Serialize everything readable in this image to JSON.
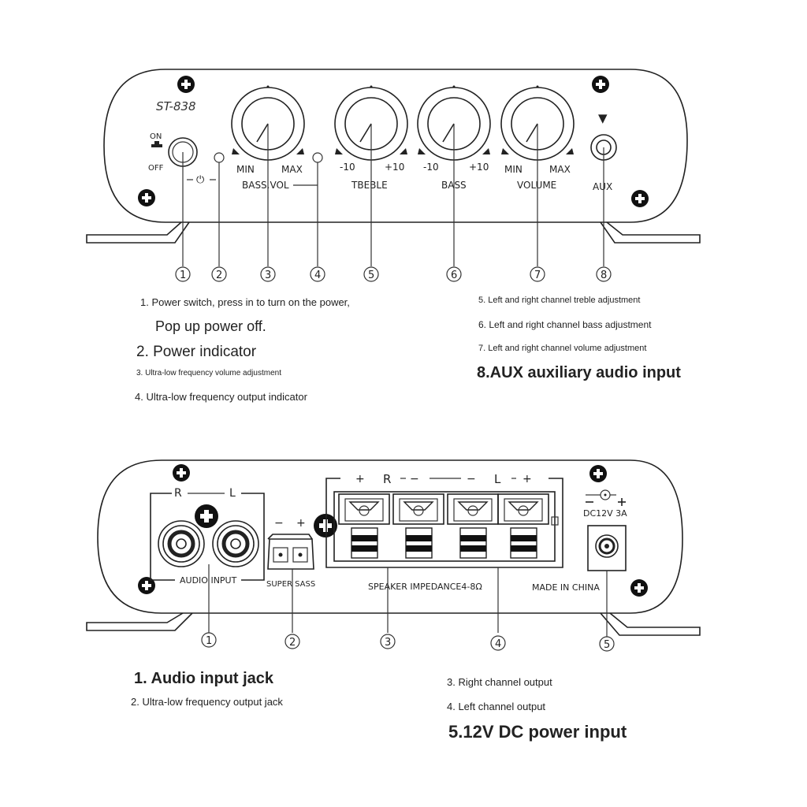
{
  "front_panel": {
    "model": "ST-838",
    "switch_on": "ON",
    "switch_off": "OFF",
    "power_symbol": "⏻",
    "knobs": [
      {
        "min": "MIN",
        "max": "MAX",
        "name": "BASS.VOL"
      },
      {
        "min": "-10",
        "max": "+10",
        "name": "TBEBLE"
      },
      {
        "min": "-10",
        "max": "+10",
        "name": "BASS"
      },
      {
        "min": "MIN",
        "max": "MAX",
        "name": "VOLUME"
      }
    ],
    "aux_arrow": "▼",
    "aux": "AUX",
    "callouts": [
      "1",
      "2",
      "3",
      "4",
      "5",
      "6",
      "7",
      "8"
    ]
  },
  "front_notes": {
    "n1a": "1. Power switch, press in to turn on the power,",
    "n1b": "Pop up power off.",
    "n2": "2. Power indicator",
    "n3": "3. Ultra-low frequency volume adjustment",
    "n4": "4. Ultra-low frequency output indicator",
    "n5": "5. Left and right channel treble adjustment",
    "n6": "6. Left and right channel bass adjustment",
    "n7": "7. Left and right channel volume adjustment",
    "n8": "8.AUX auxiliary audio input"
  },
  "rear_panel": {
    "in_r": "R",
    "in_l": "L",
    "audio_input": "AUDIO INPUT",
    "sub_minus": "−",
    "sub_plus": "+",
    "super_sass": "SUPER SASS",
    "r_plus": "+",
    "r_label": "R",
    "r_minus": "−",
    "l_minus": "−",
    "l_label": "L",
    "l_plus": "+",
    "impedance": "SPEAKER IMPEDANCE4-8Ω",
    "made_in": "MADE IN CHINA",
    "dc_label": "DC12V 3A",
    "callouts": [
      "1",
      "2",
      "3",
      "4",
      "5"
    ]
  },
  "rear_notes": {
    "n1": "1. Audio input jack",
    "n2": "2. Ultra-low frequency output jack",
    "n3": "3. Right channel output",
    "n4": "4. Left channel output",
    "n5": "5.12V DC power input"
  }
}
